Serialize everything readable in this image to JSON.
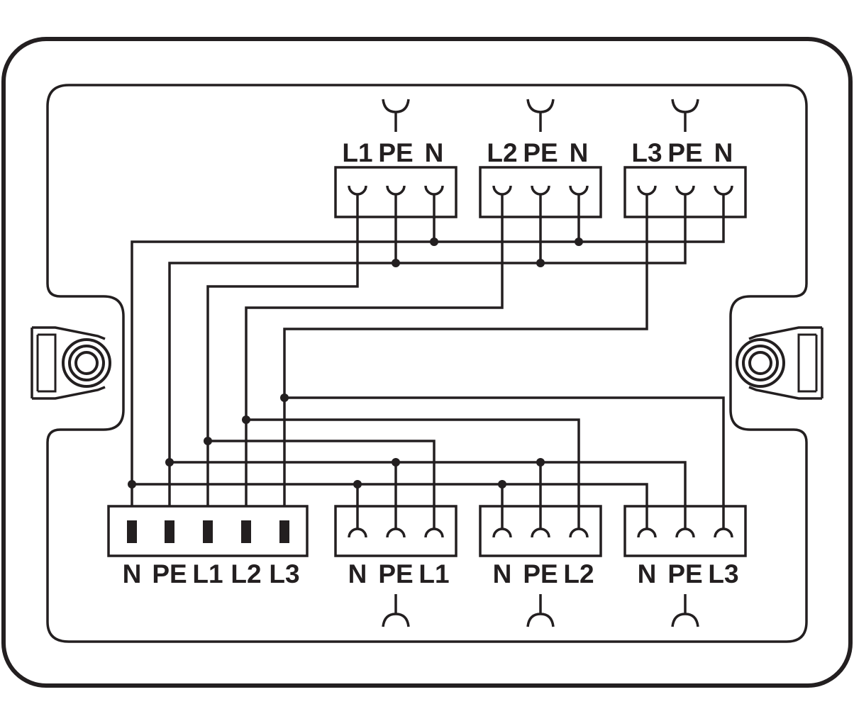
{
  "top_connectors": [
    {
      "labels": [
        "L1",
        "PE",
        "N"
      ]
    },
    {
      "labels": [
        "L2",
        "PE",
        "N"
      ]
    },
    {
      "labels": [
        "L3",
        "PE",
        "N"
      ]
    }
  ],
  "input_connector": {
    "labels": [
      "N",
      "PE",
      "L1",
      "L2",
      "L3"
    ]
  },
  "bottom_connectors": [
    {
      "labels": [
        "N",
        "PE",
        "L1"
      ]
    },
    {
      "labels": [
        "N",
        "PE",
        "L2"
      ]
    },
    {
      "labels": [
        "N",
        "PE",
        "L3"
      ]
    }
  ],
  "colors": {
    "line": "#231f20",
    "background": "#ffffff"
  }
}
